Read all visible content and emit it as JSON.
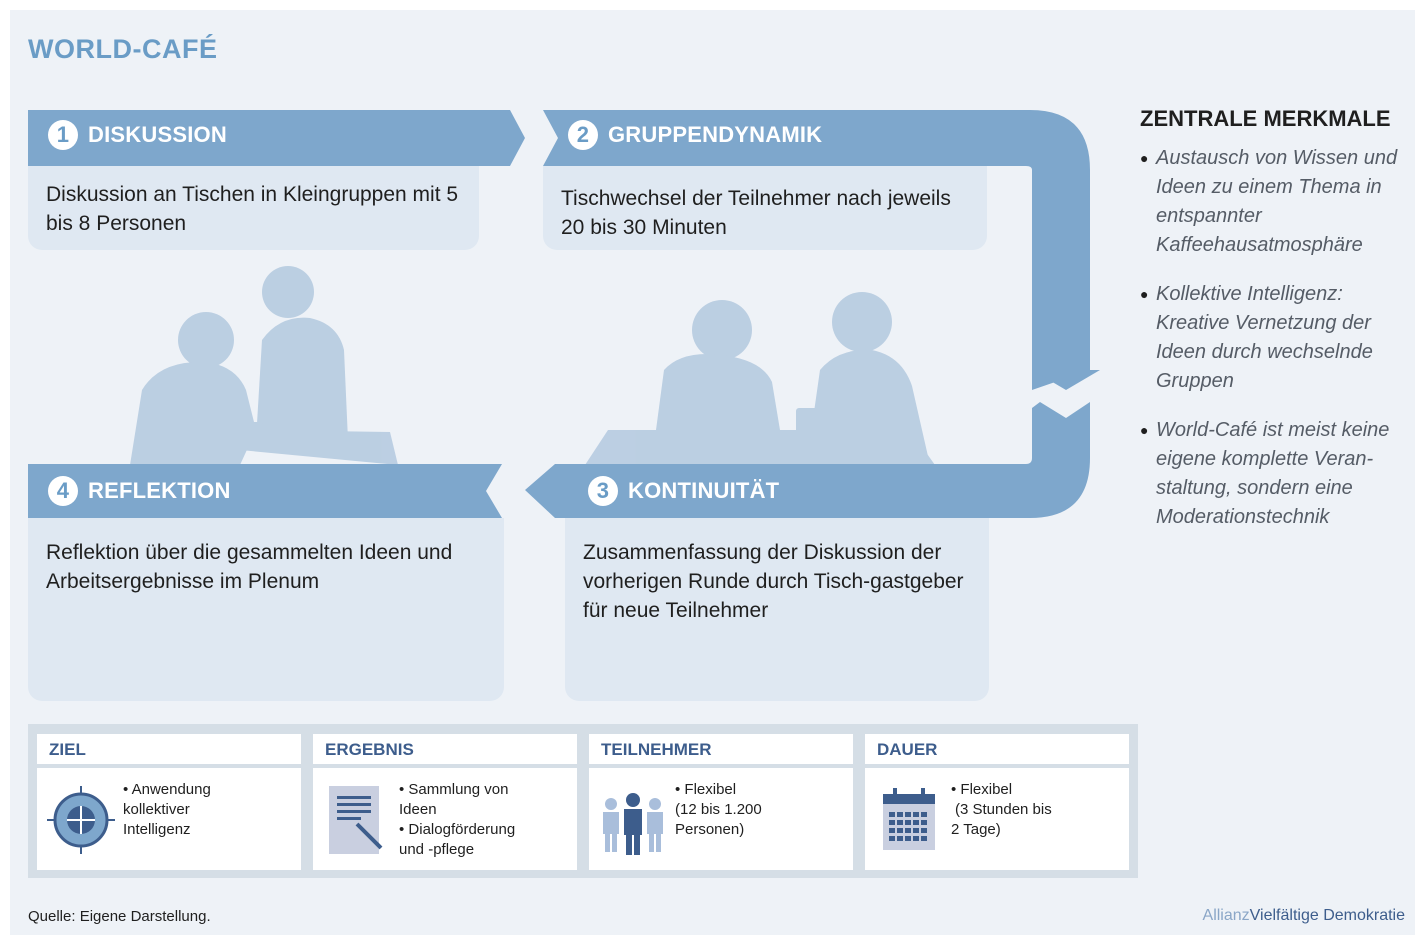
{
  "title": "WORLD-CAFÉ",
  "steps": [
    {
      "num": "1",
      "label": "DISKUSSION",
      "text": "Diskussion an Tischen in Kleingruppen mit 5 bis 8 Personen"
    },
    {
      "num": "2",
      "label": "GRUPPENDYNAMIK",
      "text": "Tischwechsel der Teilnehmer nach jeweils 20 bis 30 Minuten"
    },
    {
      "num": "3",
      "label": "KONTINUITÄT",
      "text": "Zusammenfassung der Diskussion der vorherigen Runde durch Tisch-gastgeber für neue Teilnehmer"
    },
    {
      "num": "4",
      "label": "REFLEKTION",
      "text": "Reflektion über die gesammelten Ideen und Arbeitsergebnisse im Plenum"
    }
  ],
  "merkmale": {
    "heading": "ZENTRALE MERKMALE",
    "items": [
      "Austausch von Wissen und Ideen zu einem Thema in entspannter Kaffeehausatmosphäre",
      "Kollektive Intelligenz: Kreative Vernetzung der Ideen durch wechselnde Gruppen",
      "World-Café ist meist keine eigene komplette Veran-staltung, sondern eine Moderationstechnik"
    ]
  },
  "cards": [
    {
      "head": "ZIEL",
      "icon": "target-icon",
      "lines": [
        "• Anwendung",
        "kollektiver",
        "Intelligenz"
      ]
    },
    {
      "head": "ERGEBNIS",
      "icon": "document-pen-icon",
      "lines": [
        "• Sammlung von",
        "Ideen",
        "• Dialogförderung",
        "und -pflege"
      ]
    },
    {
      "head": "TEILNEHMER",
      "icon": "people-icon",
      "lines": [
        "• Flexibel",
        "(12 bis 1.200",
        "Personen)"
      ]
    },
    {
      "head": "DAUER",
      "icon": "calendar-icon",
      "lines": [
        "• Flexibel",
        "(3 Stunden bis",
        "2 Tage)"
      ]
    }
  ],
  "source": "Quelle: Eigene Darstellung.",
  "brand": {
    "light": "Allianz",
    "dark": "Vielfältige Demokratie"
  },
  "colors": {
    "arrow": "#7ea7cc",
    "box": "#dfe8f2",
    "title": "#6a9cc6",
    "icon": "#3d5d8c",
    "people": "#a9bedb"
  }
}
